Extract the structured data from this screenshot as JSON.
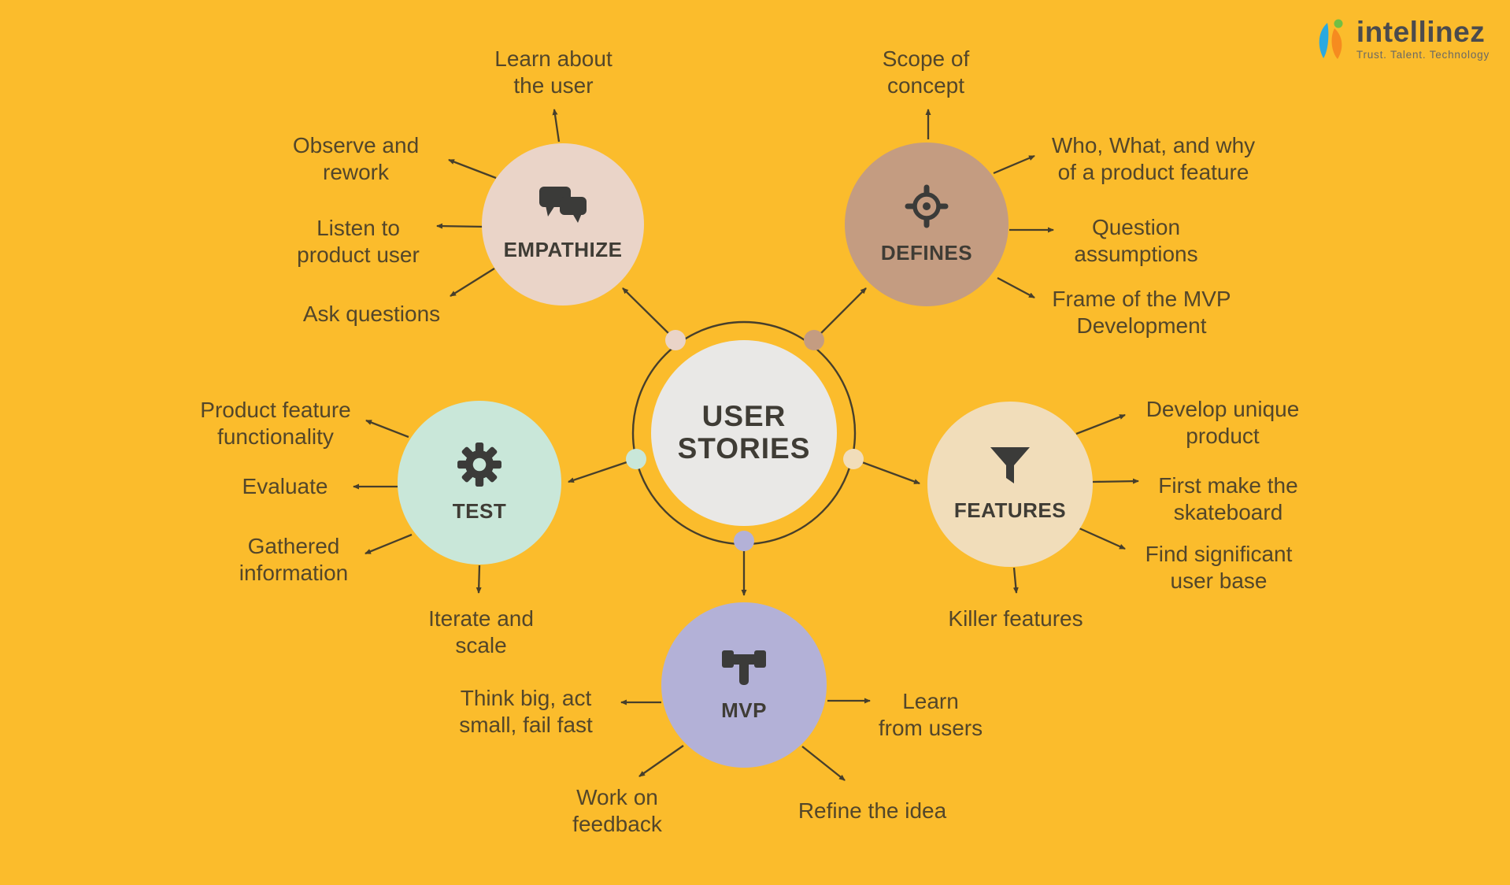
{
  "page": {
    "background_color": "#FBBC2C",
    "label_text_color": "#53462A",
    "line_color": "#473F2B",
    "icon_color": "#3B3B39"
  },
  "logo": {
    "name": "intellinez",
    "tagline": "Trust. Talent. Technology",
    "mark_icon": "leaf-flame-logo-icon",
    "mark_colors": {
      "blue": "#2BA9E0",
      "orange": "#F68B1F",
      "green": "#72BF44"
    }
  },
  "center": {
    "title": "USER\nSTORIES",
    "fill": "#E9E8E6",
    "ring_color": "#473F2B"
  },
  "nodes": [
    {
      "label": "EMPATHIZE",
      "icon": "chat-bubbles-icon",
      "color": "#EAD4C8",
      "branches": [
        "Learn about\nthe user",
        "Observe and\nrework",
        "Listen to\nproduct user",
        "Ask questions"
      ]
    },
    {
      "label": "DEFINES",
      "icon": "target-icon",
      "color": "#C49C81",
      "branches": [
        "Scope of\nconcept",
        "Who, What, and why\nof a product feature",
        "Question\nassumptions",
        "Frame of the MVP\nDevelopment"
      ]
    },
    {
      "label": "TEST",
      "icon": "gear-icon",
      "color": "#C9E7D9",
      "branches": [
        "Product feature\nfunctionality",
        "Evaluate",
        "Gathered\ninformation",
        "Iterate and\nscale"
      ]
    },
    {
      "label": "FEATURES",
      "icon": "funnel-icon",
      "color": "#F1DDBA",
      "branches": [
        "Develop unique\nproduct",
        "First make the\nskateboard",
        "Find significant\nuser base",
        "Killer features"
      ]
    },
    {
      "label": "MVP",
      "icon": "gavel-icon",
      "color": "#B3B1D7",
      "branches": [
        "Think big, act\nsmall, fail fast",
        "Learn\nfrom users",
        "Work on\nfeedback",
        "Refine the idea"
      ]
    }
  ]
}
